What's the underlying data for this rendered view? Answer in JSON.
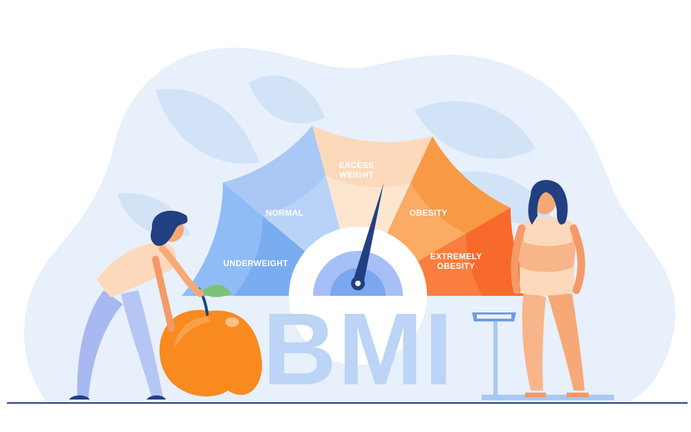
{
  "illustration": {
    "headline": "BMI",
    "gauge_segments": [
      {
        "label_lines": [
          "UNDERWEIGHT"
        ],
        "outer_color": "#8fbcf7",
        "inner_color": "#7aacf0"
      },
      {
        "label_lines": [
          "NORMAL"
        ],
        "outer_color": "#a9c8f6",
        "inner_color": "#b9d3f8"
      },
      {
        "label_lines": [
          "EXCESS",
          "WEIGHT"
        ],
        "outer_color": "#fcd9ba",
        "inner_color": "#fde6d0"
      },
      {
        "label_lines": [
          "OBESITY"
        ],
        "outer_color": "#f89a44",
        "inner_color": "#fbab63"
      },
      {
        "label_lines": [
          "EXTREMELY",
          "OBESITY"
        ],
        "outer_color": "#f86a2c",
        "inner_color": "#fa7e3f"
      }
    ],
    "needle_value_fraction": 0.58,
    "colors": {
      "background_blob": "#e7f0fb",
      "leaf_shapes": "#d3e3f7",
      "bmi_letters": "#bcd4f5",
      "needle": "#223f82",
      "apple": "#f88a1f",
      "ground_line": "#223f82"
    }
  }
}
